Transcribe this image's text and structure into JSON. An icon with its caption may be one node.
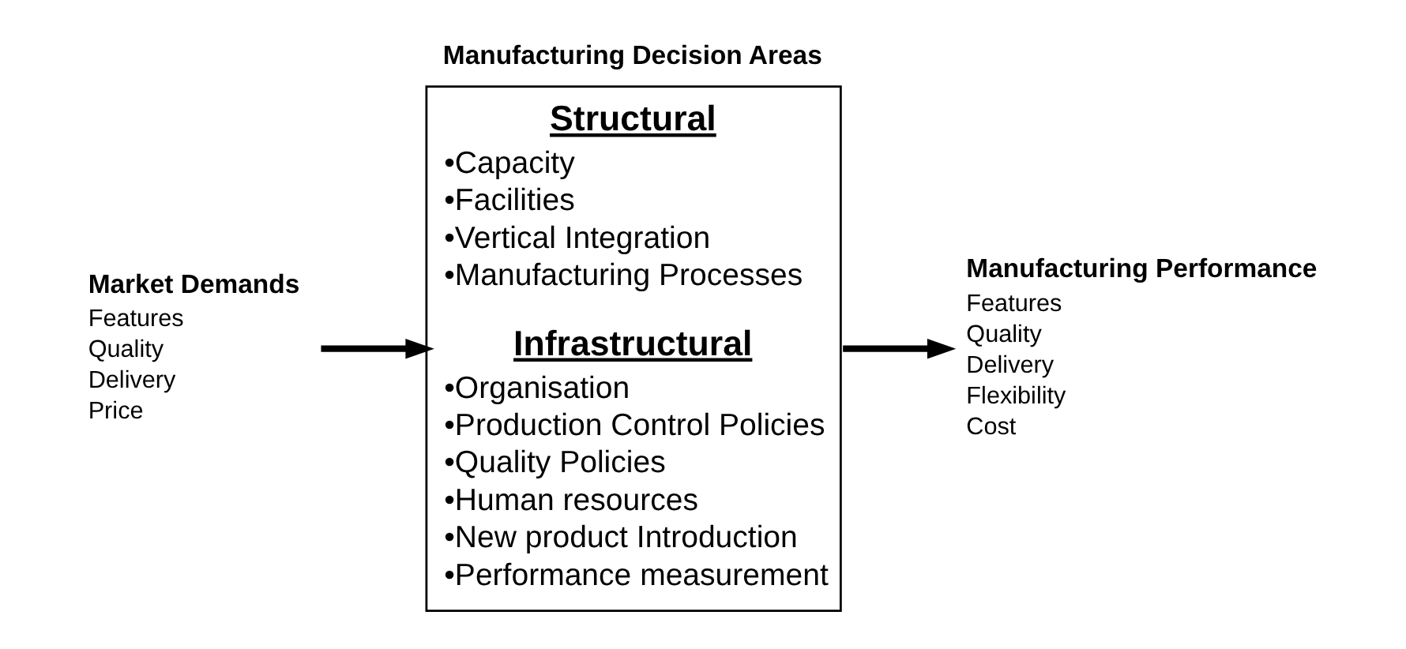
{
  "diagram": {
    "nodes": [
      {
        "text": [
          "Market Demands",
          "Features",
          "Quality",
          "Delivery",
          "Price"
        ]
      },
      {
        "text": [
          "Manufacturing Decision Areas",
          "Structural",
          "•Capacity",
          "•Facilities",
          "•Vertical Integration",
          "•Manufacturing Processes",
          "Infrastructural",
          "•Organisation",
          "•Production Control Policies",
          "•Quality Policies",
          "•Human resources",
          "•New product Introduction",
          "•Performance measurement"
        ]
      },
      {
        "text": [
          "Manufacturing Performance",
          "Features",
          "Quality",
          "Delivery",
          "Flexibility",
          "Cost"
        ]
      }
    ],
    "edges": [
      {
        "from": 0,
        "to": 1,
        "arrow": "to"
      },
      {
        "from": 1,
        "to": 2,
        "arrow": "to"
      }
    ]
  }
}
